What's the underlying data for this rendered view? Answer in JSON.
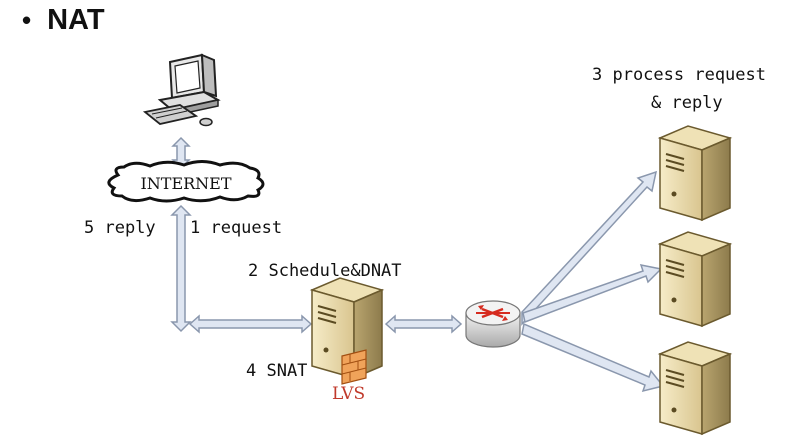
{
  "title": {
    "bullet": "•",
    "text": "NAT"
  },
  "labels": {
    "internet": "INTERNET",
    "reply5": "5 reply",
    "request1": "1 request",
    "schedule2": "2 Schedule&DNAT",
    "snat4": "4 SNAT",
    "lvs": "LVS",
    "process3_line1": "3 process request",
    "process3_line2": "& reply"
  },
  "icons": {
    "client": "desktop-computer-icon",
    "cloud": "internet-cloud-icon",
    "lvs_server": "server-icon",
    "firewall": "firewall-icon",
    "router": "router-icon",
    "real_servers": [
      "server-icon",
      "server-icon",
      "server-icon"
    ]
  },
  "colors": {
    "arrow_fill": "#dfe6f2",
    "arrow_stroke": "#8a97ad",
    "lvs_text": "#c0392b",
    "router_arrows": "#d62b1f"
  }
}
